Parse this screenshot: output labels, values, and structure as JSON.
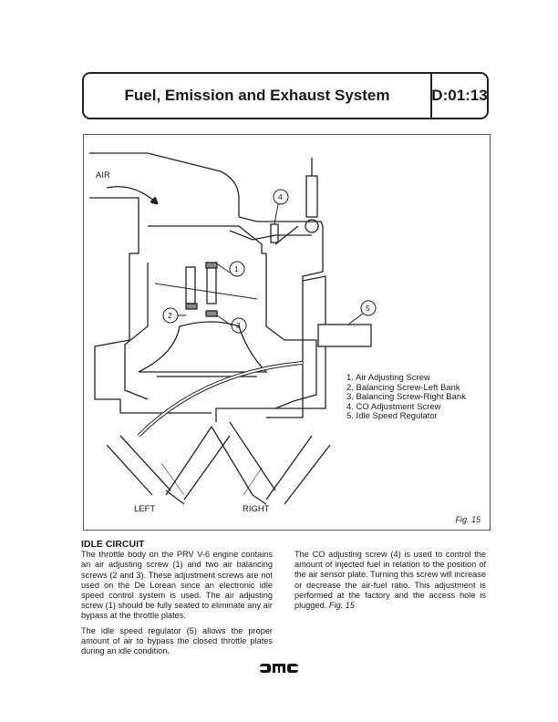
{
  "header": {
    "title": "Fuel, Emission and Exhaust System",
    "code": "D:01:13"
  },
  "figure": {
    "labels": {
      "air": "AIR",
      "left": "LEFT",
      "right": "RIGHT"
    },
    "callouts": [
      "1",
      "2",
      "3",
      "4",
      "5"
    ],
    "legend": [
      "1. Air Adjusting Screw",
      "2. Balancing Screw-Left Bank",
      "3. Balancing Screw-Right Bank",
      "4. CO Adjustment Screw",
      "5. Idle Speed Regulator"
    ],
    "caption": "Fig. 15"
  },
  "section": {
    "heading": "IDLE CIRCUIT",
    "left_paragraphs": [
      "The throttle body on the PRV V-6 engine contains an air adjusting screw (1) and two air balancing screws (2 and 3). These adjustment screws are not used on the De Lorean since an electronic idle speed control system is used. The air adjusting screw (1) should be fully seated to eliminate any air bypass at the throttle plates.",
      "The idle speed regulator (5) allows the proper amount of air to bypass the closed throttle plates during an idle condition."
    ],
    "right_paragraph": "The CO adjusting screw (4) is used to control the amount of injected fuel in relation to the position of the air sensor plate. Turning this screw will increase or decrease the air-fuel ratio. This adjustment is performed at the factory and the access hole is plugged.",
    "right_fig_ref": "Fig. 15"
  },
  "footer": {
    "logo": "DMC"
  }
}
